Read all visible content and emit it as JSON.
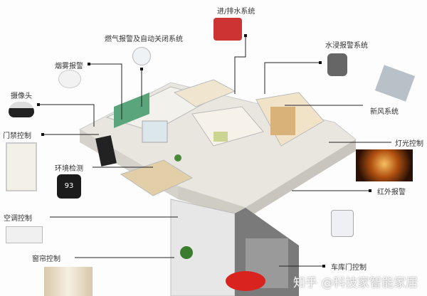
{
  "labels": {
    "water_drain": "进/排水系统",
    "gas_alarm": "燃气报警及自动关闭系统",
    "water_leak": "水浸报警系统",
    "smoke_alarm": "烟雾报警",
    "camera": "摄像头",
    "fresh_air": "新风系统",
    "access_control": "门禁控制",
    "lighting": "灯光控制",
    "environment": "环境检测",
    "infrared_alarm": "红外报警",
    "air_conditioning": "空调控制",
    "curtain": "窗帘控制",
    "garage_door": "车库门控制"
  },
  "thermostat_reading": "93",
  "watermark": "知乎 @科技家智能家居",
  "colors": {
    "line": "#222222",
    "car": "#d8231f",
    "lamp": "#f0a030",
    "floor": "#e8e4dc"
  }
}
